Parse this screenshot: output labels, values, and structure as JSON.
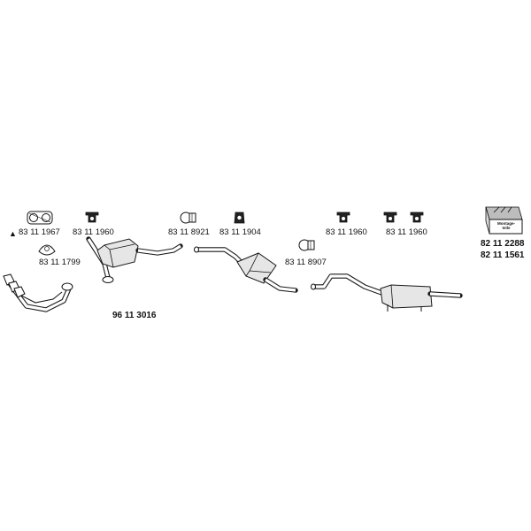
{
  "parts": {
    "gasket_front": "83 11 1967",
    "hanger_1": "83 11 1960",
    "clamp_1": "83 11 8921",
    "hanger_2": "83 11 1904",
    "hanger_3": "83 11 1960",
    "hanger_4": "83 11 1960",
    "kit_1": "82 11 2288",
    "kit_2": "82 11 1561",
    "ring_gasket": "83 11 1799",
    "clamp_2": "83 11 8907",
    "catalyst": "96 11 3016"
  },
  "kit_box_text": "Montage-\nteile",
  "warning_symbol": "▲"
}
